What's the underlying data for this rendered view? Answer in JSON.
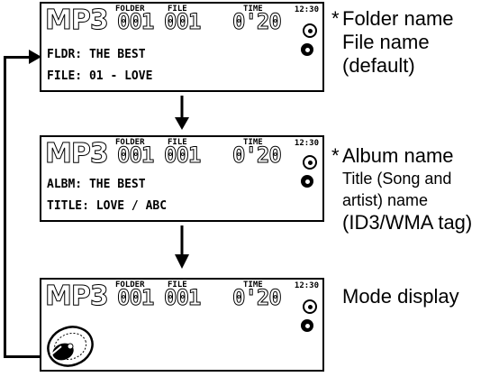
{
  "panels": [
    {
      "mp3": "MP3",
      "folder_label": "FOLDER",
      "file_label": "FILE",
      "time_label": "TIME",
      "clock": "12:30",
      "folder_num": "001",
      "file_num": "001",
      "time": "0'20",
      "line1": "FLDR: THE BEST",
      "line2": "FILE: 01 - LOVE"
    },
    {
      "mp3": "MP3",
      "folder_label": "FOLDER",
      "file_label": "FILE",
      "time_label": "TIME",
      "clock": "12:30",
      "folder_num": "001",
      "file_num": "001",
      "time": "0'20",
      "line1": "ALBM: THE BEST",
      "line2": "TITLE: LOVE / ABC"
    },
    {
      "mp3": "MP3",
      "folder_label": "FOLDER",
      "file_label": "FILE",
      "time_label": "TIME",
      "clock": "12:30",
      "folder_num": "001",
      "file_num": "001",
      "time": "0'20"
    }
  ],
  "descriptions": {
    "d1": {
      "asterisk": "*",
      "lines": [
        "Folder name",
        "File name",
        "(default)"
      ]
    },
    "d2": {
      "asterisk": "*",
      "lines": [
        "Album name",
        "Title (Song and",
        "artist) name",
        "(ID3/WMA tag)"
      ]
    },
    "d3": {
      "lines": [
        "Mode display"
      ]
    }
  }
}
